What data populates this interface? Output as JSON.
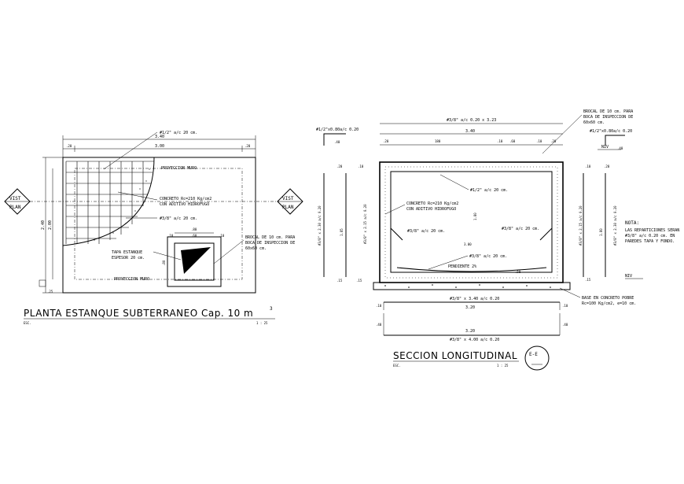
{
  "plan": {
    "title": "PLANTA ESTANQUE SUBTERRANEO Cap. 10 m",
    "title_sup": "3",
    "scale_left": "ESC.",
    "scale_right": "1 : 25",
    "marker_top": "VIST",
    "marker_bottom": "PLAN",
    "rebar_top": "#1/2\" a/c 20 cm.",
    "rebar_mid": "#3/8\" a/c 20 cm.",
    "dim_overall": "3.40",
    "dim_inner": "3.00",
    "dim_edge": ".20",
    "dim_height_outer": "2.40",
    "dim_height_inner": "2.00",
    "dim_small": ".25",
    "dim_box_80": ".80",
    "dim_box_10": ".10",
    "dim_box_60": ".60",
    "dim_box_side": ".80",
    "note_projection_top": "PROYECCION MURO",
    "note_projection_bottom": "PROYECCION MURO",
    "note_concrete_1": "CONCRETO Rc=210 Kg/cm2",
    "note_concrete_2": "CON ADITIVO HIDROFUGO",
    "note_cover_1": "TAPA ESTANQUE",
    "note_cover_2": "ESPESOR 20 cm.",
    "note_brocal_1": "BROCAL DE 10 cm. PARA",
    "note_brocal_2": "BOCA DE INSPECCION DE",
    "note_brocal_3": "60x60 cm."
  },
  "section": {
    "title": "SECCION LONGITUDINAL",
    "scale_left": "ESC.",
    "scale_right": "1 : 25",
    "marker_label": "E-E",
    "rebar_top": "#3/8\" a/c 0.20 x 3.23",
    "rebar_left_top": "#1/2\"x0.80a/c 0.20",
    "rebar_right_top": "#1/2\"x0.80a/c 0.20",
    "rebar_inner_top": "#1/2\" a/c 20 cm.",
    "rebar_inner_left": "#3/8\" a/c 20 cm.",
    "rebar_inner_right": "#3/8\" a/c 20 cm.",
    "rebar_inner_bottom": "#3/8\" a/c 20 cm.",
    "rebar_base_1": "#3/8\" x 3.40 a/c 0.20",
    "rebar_base_2": "#3/8\" x 4.00 a/c 0.20",
    "rebar_vertical_left": "#3/8\" x 2.30 a/c 0.20",
    "rebar_vertical_left2": "#3/8\" x 2.15 a/c 0.20",
    "rebar_vertical_right": "#3/8\" x 2.15 a/c 0.20",
    "rebar_vertical_right2": "#3/8\" x 2.30 a/c 0.20",
    "dim_overall": "3.40",
    "dim_inner": "3.00",
    "dim_base_a": "3.20",
    "dim_base_b": "3.20",
    "dim_180": "180",
    "dim_20": ".20",
    "dim_10": ".10",
    "dim_60": ".60",
    "dim_40": ".40",
    "dim_15": ".15",
    "dim_185": "1.85",
    "dim_180v": "1.80",
    "dim_50": ".50",
    "slope": "PENDIENTE 2%",
    "note_concrete_1": "CONCRETO Rc=210 Kg/cm2",
    "note_concrete_2": "CON ADITIVO HIDROFUGO",
    "note_brocal_1": "BROCAL DE 10 cm. PARA",
    "note_brocal_2": "BOCA DE INSPECCION DE",
    "note_brocal_3": "60x60 cm.",
    "note_base_1": "BASE EN CONCRETO POBRE",
    "note_base_2": "Rc=100 Kg/cm2, e=10 cm.",
    "niv": "NIV",
    "nota_title": "NOTA:",
    "nota_1": "LAS REPARTICIONES SERAN",
    "nota_2": "#3/8\" a/c 0.20 cm. EN",
    "nota_3": "PAREDES TAPA Y FONDO."
  }
}
